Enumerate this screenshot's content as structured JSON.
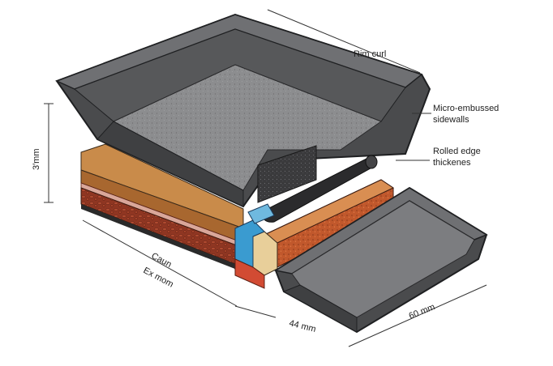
{
  "labels": {
    "rim_curl": "Rim curl",
    "micro_embossed_line1": "Micro-embussed",
    "micro_embossed_line2": "sidewalls",
    "rolled_edge_line1": "Rolled edge",
    "rolled_edge_line2": "thickenes",
    "height": "3′mm",
    "caun": "Caun",
    "exmom": "Ex mom",
    "dim_44": "44 mm",
    "dim_60": "60 mm"
  },
  "colors": {
    "tray_dark": "#3f4042",
    "tray_mid": "#57585a",
    "tray_light": "#6f7073",
    "tray_floor": "#8c8d8f",
    "tray_edge": "#1f2022",
    "layer_wood": "#a8672f",
    "layer_wood_light": "#c98b4a",
    "layer_red": "#9a3b26",
    "layer_pink": "#d9a79a",
    "layer_blue": "#3a9bd0",
    "layer_cream": "#e8cf9a",
    "layer_orange": "#c1582c",
    "rod": "#2b2b2d",
    "foam": "#3a3a3c"
  }
}
